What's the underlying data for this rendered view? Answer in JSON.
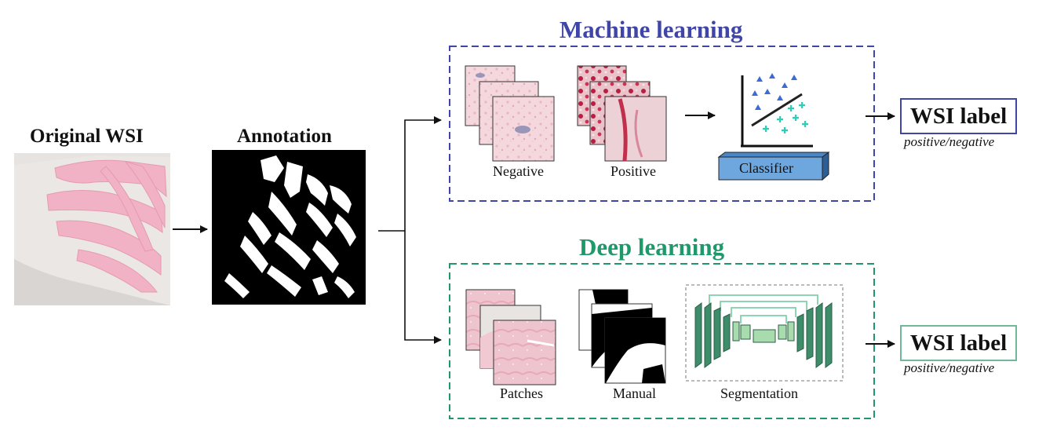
{
  "left": {
    "original_title": "Original WSI",
    "annotation_title": "Annotation"
  },
  "machine_learning": {
    "title": "Machine learning",
    "color": "#3f46a8",
    "negative_label": "Negative",
    "positive_label": "Positive",
    "classifier_label": "Classifier",
    "output_label": "WSI label",
    "output_sub": "positive/negative"
  },
  "deep_learning": {
    "title": "Deep learning",
    "color": "#1e9a6a",
    "patches_label": "Patches",
    "manual_label": "Manual",
    "segmentation_label": "Segmentation",
    "output_label": "WSI label",
    "output_sub": "positive/negative"
  }
}
